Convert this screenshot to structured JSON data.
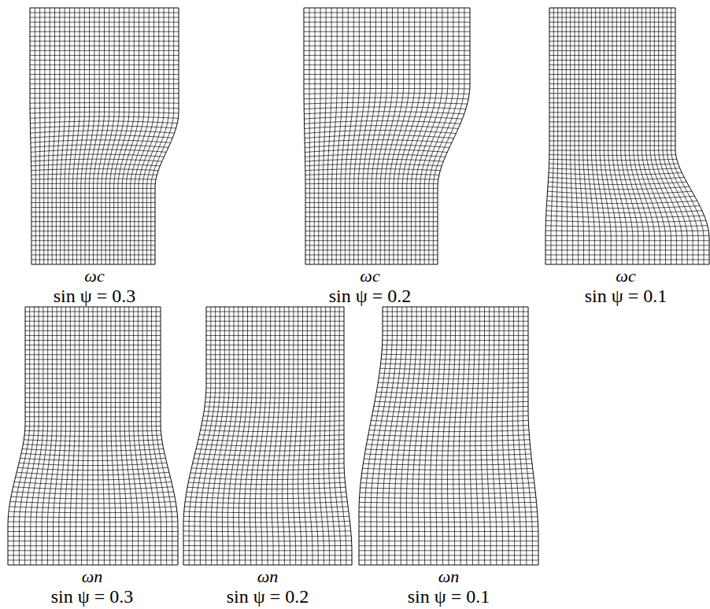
{
  "diagram": {
    "labels": [
      "ωc",
      "sin ψ = 0.3",
      "ωc",
      "sin ψ = 0.2",
      "ωc",
      "sin ψ = 0.1",
      "ωn",
      "sin ψ = 0.3",
      "ωn",
      "sin ψ = 0.2",
      "ωn",
      "sin ψ = 0.1"
    ]
  }
}
